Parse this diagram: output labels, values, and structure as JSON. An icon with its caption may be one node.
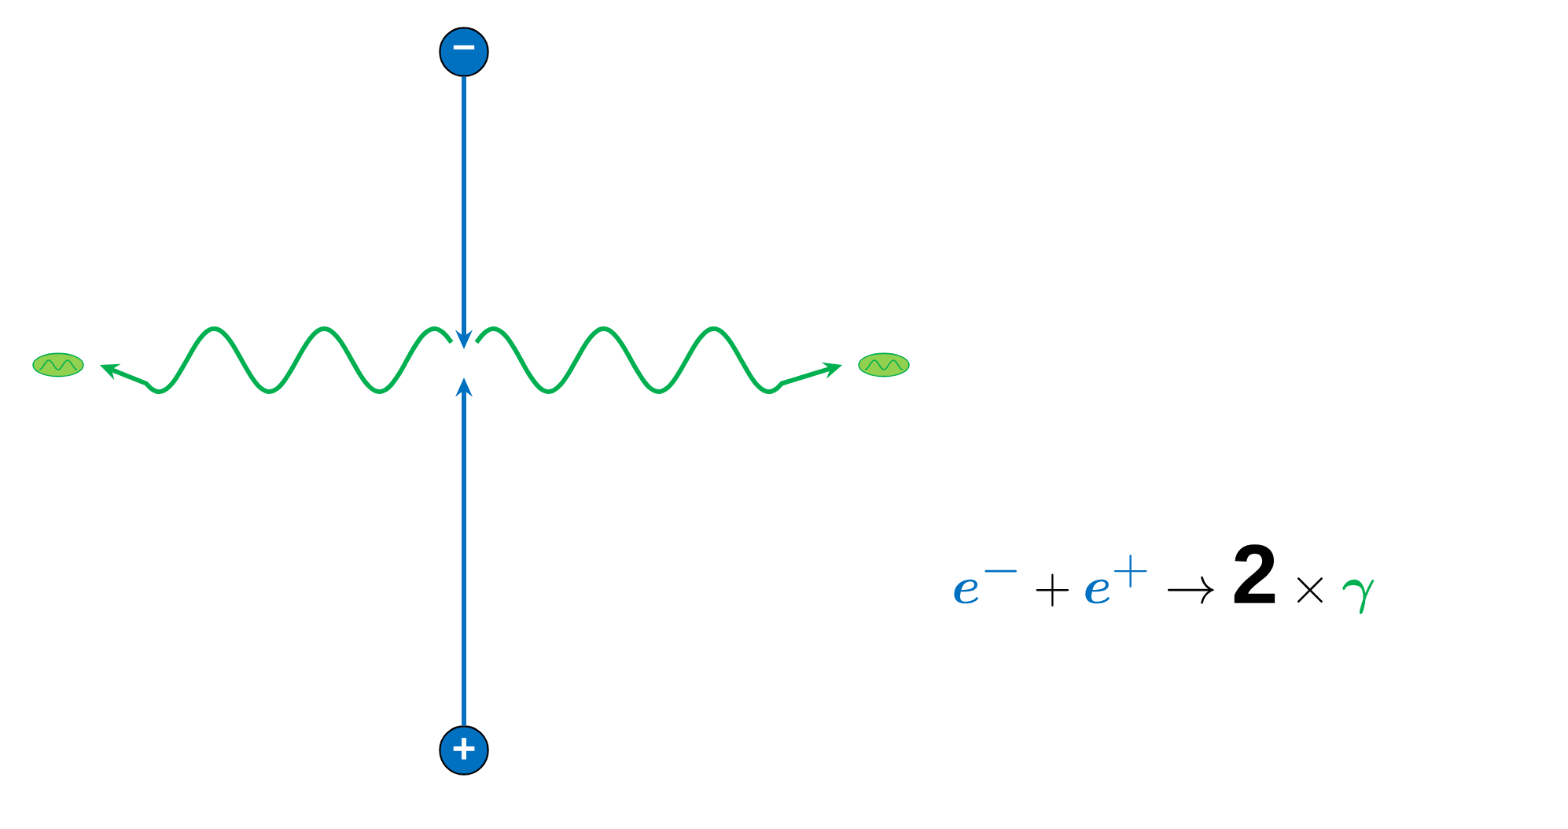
{
  "diagram": {
    "nodes": [
      {
        "text": [
          "–"
        ]
      },
      {
        "text": [
          "+"
        ]
      },
      {
        "text": [],
        "shape": "ellipse"
      },
      {
        "text": [],
        "shape": "ellipse"
      }
    ],
    "edges": [
      {
        "from": 0,
        "to": null,
        "arrow": "to",
        "color": "#0070c0"
      },
      {
        "from": 1,
        "to": null,
        "arrow": "to",
        "color": "#0070c0"
      },
      {
        "from": null,
        "to": 2,
        "arrow": "to",
        "color": "#00b050"
      },
      {
        "from": null,
        "to": 3,
        "arrow": "to",
        "color": "#00b050"
      }
    ],
    "labels": [
      "{\\color[HTML]{0070C0}\\bm{e}^{-}}+{\\color[HTML]{0070C0}\\bm{e}^{+}}\\rightarrow\\mathbf{2}\\times{\\color[HTML]{00B050}\\bm{\\gamma}}"
    ]
  }
}
